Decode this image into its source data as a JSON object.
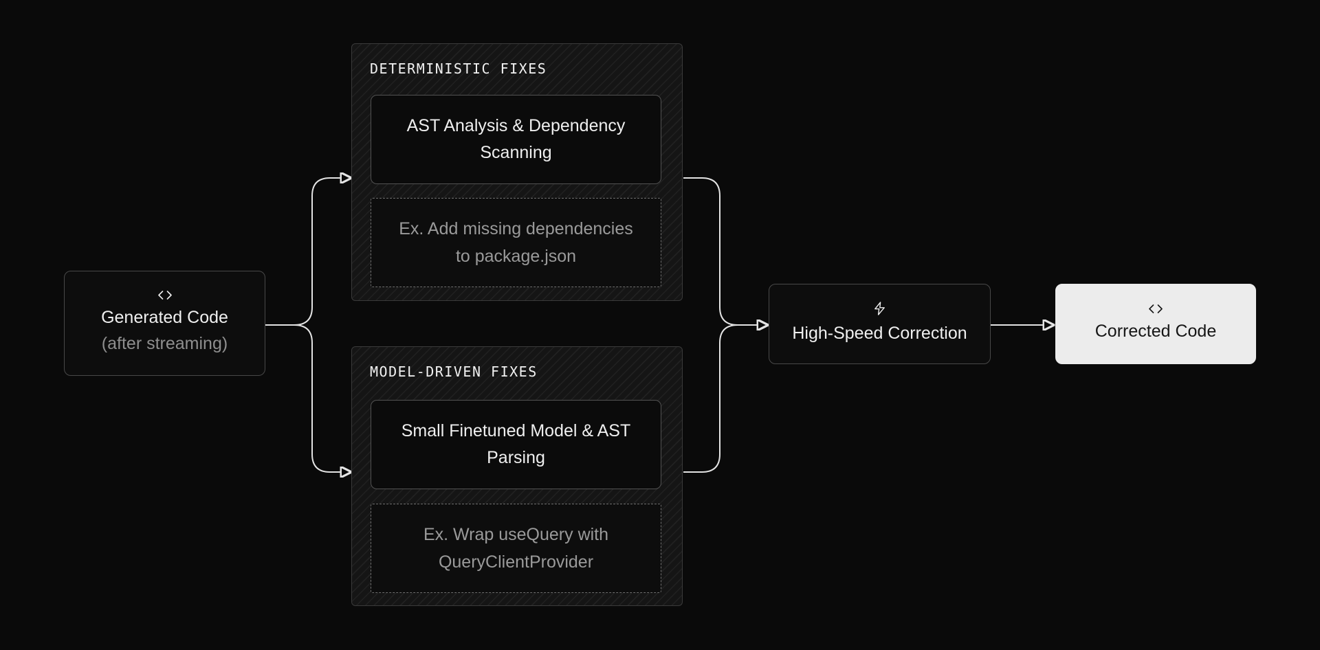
{
  "diagram": {
    "nodes": {
      "generated_code": {
        "icon": "code-icon",
        "title": "Generated Code",
        "subtitle": "(after streaming)"
      },
      "high_speed_correction": {
        "icon": "zap-icon",
        "title": "High-Speed Correction"
      },
      "corrected_code": {
        "icon": "code-icon",
        "title": "Corrected Code"
      }
    },
    "panels": {
      "deterministic": {
        "header": "DETERMINISTIC FIXES",
        "card": "AST Analysis & Dependency\nScanning",
        "example": "Ex. Add missing dependencies\nto package.json"
      },
      "model_driven": {
        "header": "MODEL-DRIVEN FIXES",
        "card": "Small Finetuned Model & AST\nParsing",
        "example": "Ex. Wrap useQuery with\nQueryClientProvider"
      }
    },
    "colors": {
      "background": "#0a0a0a",
      "panel_bg": "#151515",
      "panel_hatch": "#232323",
      "card_bg": "#0b0b0b",
      "node_bg": "#0d0d0d",
      "node_border": "#494949",
      "connector": "#e4e4e4",
      "text_primary": "#efefef",
      "text_muted": "#9a9a9a",
      "corrected_bg": "#ececec",
      "corrected_text": "#161616"
    }
  }
}
